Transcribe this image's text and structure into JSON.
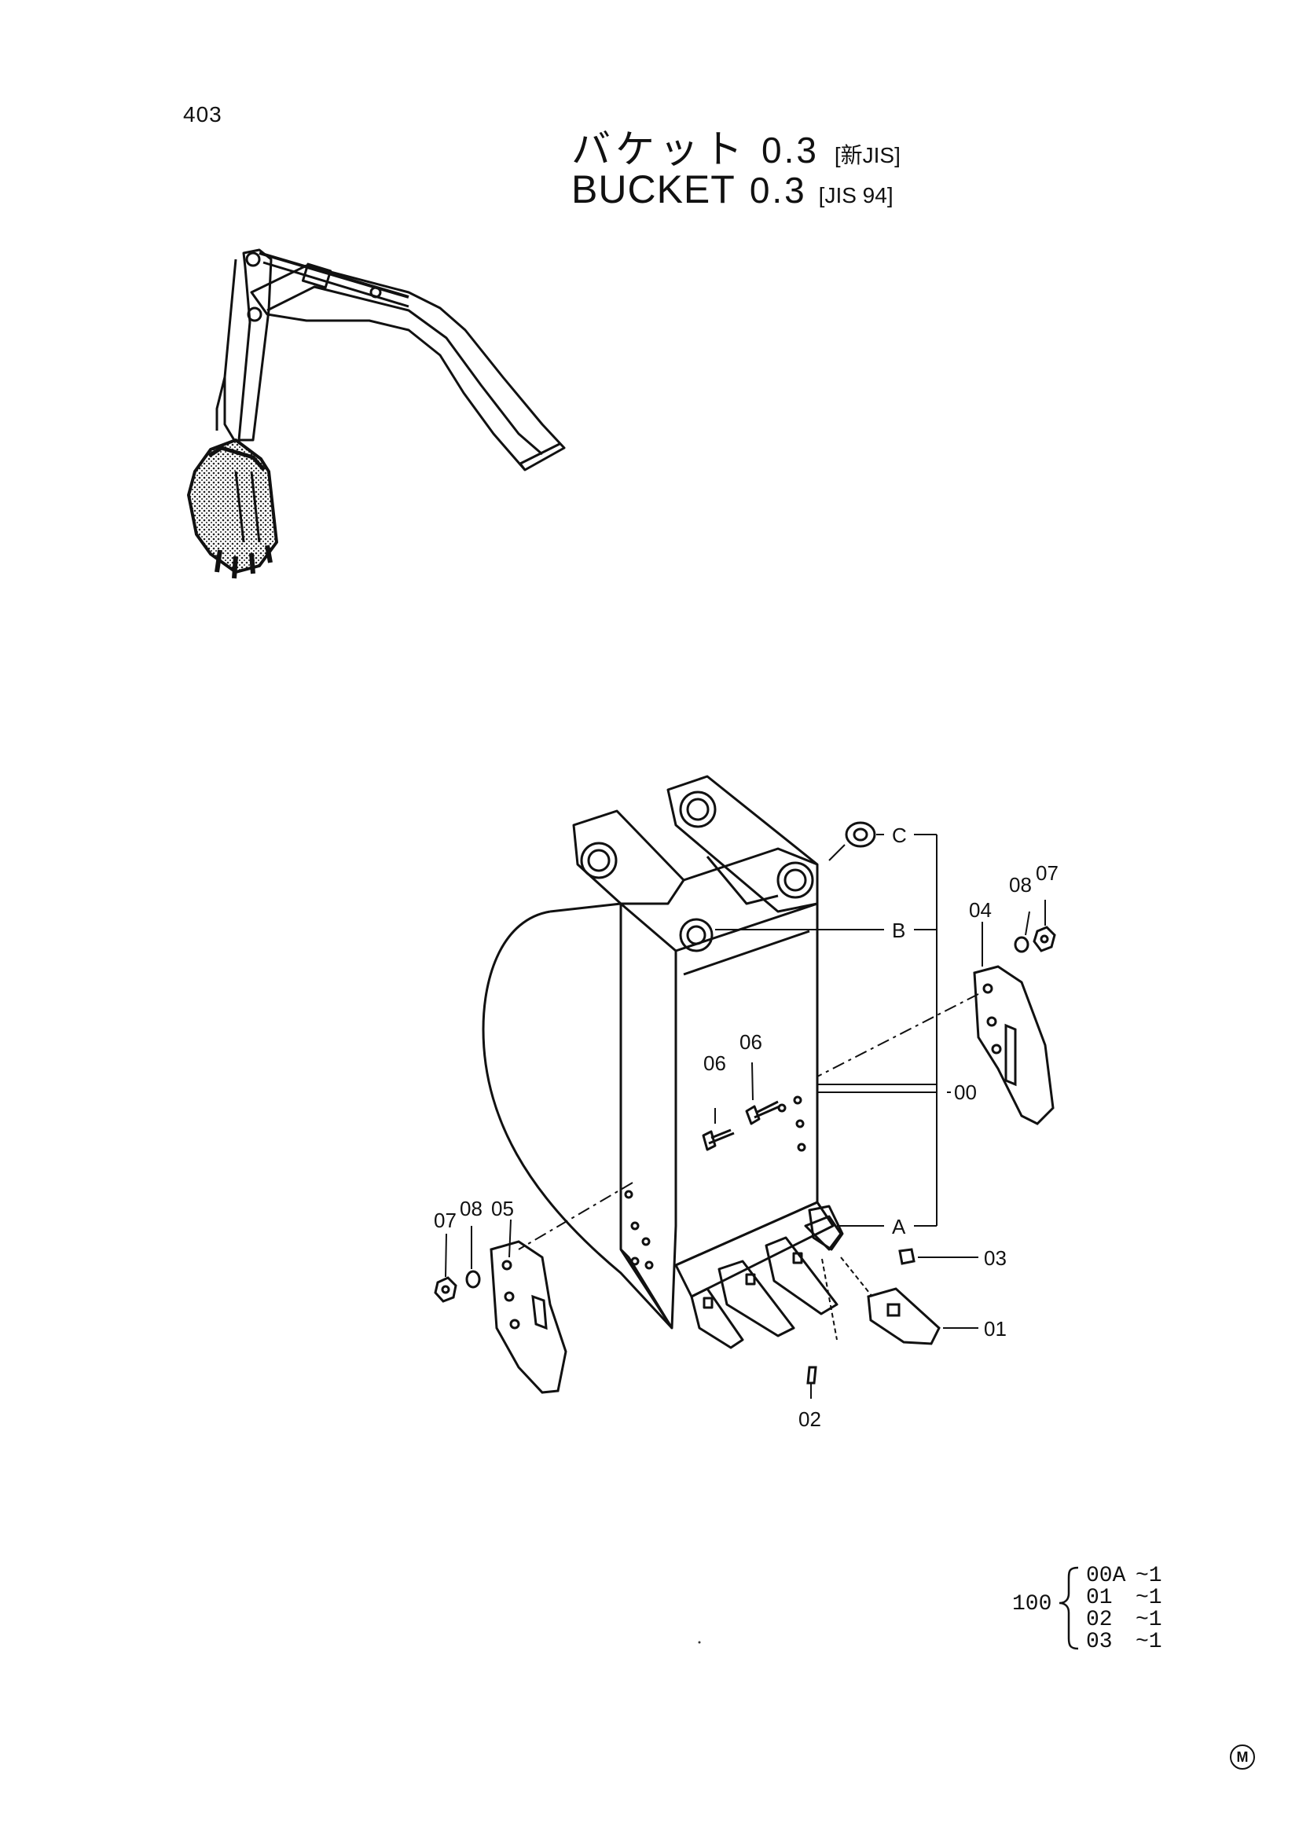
{
  "page_number": "403",
  "title": {
    "jp_main": "バケット",
    "jp_value": "0.3",
    "jp_tag": "[新JIS]",
    "en_main": "BUCKET",
    "en_value": "0.3",
    "en_tag": "[JIS 94]"
  },
  "callouts": {
    "00": "00",
    "01": "01",
    "02": "02",
    "03": "03",
    "04": "04",
    "05": "05",
    "06a": "06",
    "06b": "06",
    "07a": "07",
    "07b": "07",
    "08a": "08",
    "08b": "08",
    "A": "A",
    "B": "B",
    "C": "C"
  },
  "kit": {
    "number": "100",
    "items": [
      {
        "part": "00A",
        "qty": "~1"
      },
      {
        "part": "01",
        "qty": "~1"
      },
      {
        "part": "02",
        "qty": "~1"
      },
      {
        "part": "03",
        "qty": "~1"
      }
    ]
  },
  "corner_mark": "M"
}
